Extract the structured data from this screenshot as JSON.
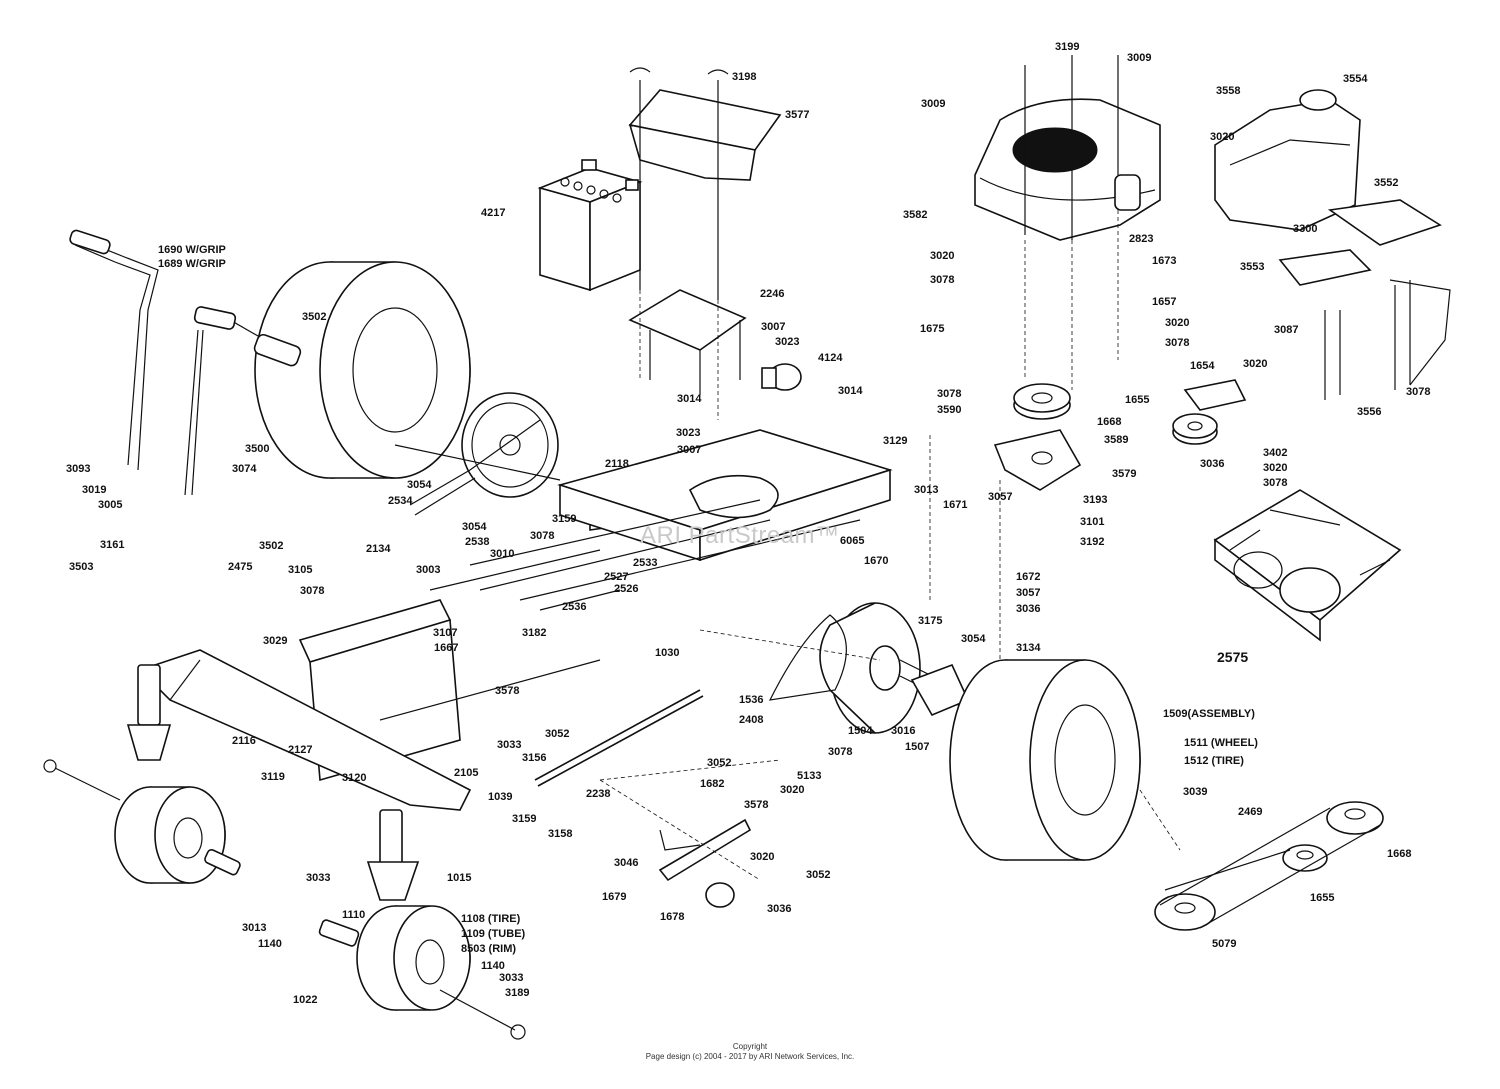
{
  "callouts": [
    {
      "id": "c3198",
      "text": "3198"
    },
    {
      "id": "c3577",
      "text": "3577"
    },
    {
      "id": "c4217",
      "text": "4217"
    },
    {
      "id": "c1690",
      "text": "1690 W/GRIP"
    },
    {
      "id": "c1689",
      "text": "1689 W/GRIP"
    },
    {
      "id": "c3502a",
      "text": "3502"
    },
    {
      "id": "c3500",
      "text": "3500"
    },
    {
      "id": "c3074",
      "text": "3074"
    },
    {
      "id": "c3093",
      "text": "3093"
    },
    {
      "id": "c3019",
      "text": "3019"
    },
    {
      "id": "c3005",
      "text": "3005"
    },
    {
      "id": "c3054a",
      "text": "3054"
    },
    {
      "id": "c3054b",
      "text": "3054"
    },
    {
      "id": "c2534",
      "text": "2534"
    },
    {
      "id": "c2538",
      "text": "2538"
    },
    {
      "id": "c3502b",
      "text": "3502"
    },
    {
      "id": "c2134",
      "text": "2134"
    },
    {
      "id": "c3161",
      "text": "3161"
    },
    {
      "id": "c3503",
      "text": "3503"
    },
    {
      "id": "c2475",
      "text": "2475"
    },
    {
      "id": "c3105",
      "text": "3105"
    },
    {
      "id": "c3003",
      "text": "3003"
    },
    {
      "id": "c3078a",
      "text": "3078"
    },
    {
      "id": "c3029",
      "text": "3029"
    },
    {
      "id": "c3107",
      "text": "3107"
    },
    {
      "id": "c1667",
      "text": "1667"
    },
    {
      "id": "c3578a",
      "text": "3578"
    },
    {
      "id": "c2116",
      "text": "2116"
    },
    {
      "id": "c2127",
      "text": "2127"
    },
    {
      "id": "c3119",
      "text": "3119"
    },
    {
      "id": "c3120",
      "text": "3120"
    },
    {
      "id": "c2105",
      "text": "2105"
    },
    {
      "id": "c3033a",
      "text": "3033"
    },
    {
      "id": "c3156",
      "text": "3156"
    },
    {
      "id": "c1039",
      "text": "1039"
    },
    {
      "id": "c3052a",
      "text": "3052"
    },
    {
      "id": "c2238",
      "text": "2238"
    },
    {
      "id": "c3159a",
      "text": "3159"
    },
    {
      "id": "c3158",
      "text": "3158"
    },
    {
      "id": "c1015",
      "text": "1015"
    },
    {
      "id": "c3033b",
      "text": "3033"
    },
    {
      "id": "c3013a",
      "text": "3013"
    },
    {
      "id": "c1140a",
      "text": "1140"
    },
    {
      "id": "c1110",
      "text": "1110"
    },
    {
      "id": "c1108",
      "text": "1108 (TIRE)"
    },
    {
      "id": "c1109",
      "text": "1109 (TUBE)"
    },
    {
      "id": "c8503",
      "text": "8503 (RIM)"
    },
    {
      "id": "c1140b",
      "text": "1140"
    },
    {
      "id": "c3033c",
      "text": "3033"
    },
    {
      "id": "c3189",
      "text": "3189"
    },
    {
      "id": "c1022",
      "text": "1022"
    },
    {
      "id": "c2246",
      "text": "2246"
    },
    {
      "id": "c3007a",
      "text": "3007"
    },
    {
      "id": "c3023a",
      "text": "3023"
    },
    {
      "id": "c4124",
      "text": "4124"
    },
    {
      "id": "c3014a",
      "text": "3014"
    },
    {
      "id": "c3014b",
      "text": "3014"
    },
    {
      "id": "c3023b",
      "text": "3023"
    },
    {
      "id": "c3007b",
      "text": "3007"
    },
    {
      "id": "c2118",
      "text": "2118"
    },
    {
      "id": "c3129",
      "text": "3129"
    },
    {
      "id": "c3159b",
      "text": "3159"
    },
    {
      "id": "c3078b",
      "text": "3078"
    },
    {
      "id": "c3010",
      "text": "3010"
    },
    {
      "id": "c2533",
      "text": "2533"
    },
    {
      "id": "c2527",
      "text": "2527"
    },
    {
      "id": "c2526",
      "text": "2526"
    },
    {
      "id": "c2536",
      "text": "2536"
    },
    {
      "id": "c3182",
      "text": "3182"
    },
    {
      "id": "c1030",
      "text": "1030"
    },
    {
      "id": "c6065",
      "text": "6065"
    },
    {
      "id": "c3013b",
      "text": "3013"
    },
    {
      "id": "c1671",
      "text": "1671"
    },
    {
      "id": "c3057a",
      "text": "3057"
    },
    {
      "id": "c1670",
      "text": "1670"
    },
    {
      "id": "c1672",
      "text": "1672"
    },
    {
      "id": "c3057b",
      "text": "3057"
    },
    {
      "id": "c3175",
      "text": "3175"
    },
    {
      "id": "c3036a",
      "text": "3036"
    },
    {
      "id": "c3054c",
      "text": "3054"
    },
    {
      "id": "c3134",
      "text": "3134"
    },
    {
      "id": "c1536",
      "text": "1536"
    },
    {
      "id": "c2408",
      "text": "2408"
    },
    {
      "id": "c1504",
      "text": "1504"
    },
    {
      "id": "c3016",
      "text": "3016"
    },
    {
      "id": "c1507",
      "text": "1507"
    },
    {
      "id": "c3078c",
      "text": "3078"
    },
    {
      "id": "c3052b",
      "text": "3052"
    },
    {
      "id": "c1682",
      "text": "1682"
    },
    {
      "id": "c5133",
      "text": "5133"
    },
    {
      "id": "c3020a",
      "text": "3020"
    },
    {
      "id": "c3578b",
      "text": "3578"
    },
    {
      "id": "c3046",
      "text": "3046"
    },
    {
      "id": "c1679",
      "text": "1679"
    },
    {
      "id": "c1678",
      "text": "1678"
    },
    {
      "id": "c3020b",
      "text": "3020"
    },
    {
      "id": "c3052c",
      "text": "3052"
    },
    {
      "id": "c3036b",
      "text": "3036"
    },
    {
      "id": "c3199",
      "text": "3199"
    },
    {
      "id": "c3009a",
      "text": "3009"
    },
    {
      "id": "c3009b",
      "text": "3009"
    },
    {
      "id": "c3582",
      "text": "3582"
    },
    {
      "id": "c3020c",
      "text": "3020"
    },
    {
      "id": "c3078d",
      "text": "3078"
    },
    {
      "id": "c2823",
      "text": "2823"
    },
    {
      "id": "c1673",
      "text": "1673"
    },
    {
      "id": "c1657",
      "text": "1657"
    },
    {
      "id": "c3020d",
      "text": "3020"
    },
    {
      "id": "c3078e",
      "text": "3078"
    },
    {
      "id": "c1675",
      "text": "1675"
    },
    {
      "id": "c3078f",
      "text": "3078"
    },
    {
      "id": "c3590",
      "text": "3590"
    },
    {
      "id": "c1668a",
      "text": "1668"
    },
    {
      "id": "c3589",
      "text": "3589"
    },
    {
      "id": "c3579",
      "text": "3579"
    },
    {
      "id": "c3193",
      "text": "3193"
    },
    {
      "id": "c3101",
      "text": "3101"
    },
    {
      "id": "c3192",
      "text": "3192"
    },
    {
      "id": "c3558",
      "text": "3558"
    },
    {
      "id": "c3554",
      "text": "3554"
    },
    {
      "id": "c3020e",
      "text": "3020"
    },
    {
      "id": "c3552",
      "text": "3552"
    },
    {
      "id": "c3300",
      "text": "3300"
    },
    {
      "id": "c3553",
      "text": "3553"
    },
    {
      "id": "c3087",
      "text": "3087"
    },
    {
      "id": "c1654",
      "text": "1654"
    },
    {
      "id": "c3020f",
      "text": "3020"
    },
    {
      "id": "c1655a",
      "text": "1655"
    },
    {
      "id": "c3402",
      "text": "3402"
    },
    {
      "id": "c3020g",
      "text": "3020"
    },
    {
      "id": "c3078g",
      "text": "3078"
    },
    {
      "id": "c3036c",
      "text": "3036"
    },
    {
      "id": "c3556",
      "text": "3556"
    },
    {
      "id": "c3078h",
      "text": "3078"
    },
    {
      "id": "c2575",
      "text": "2575"
    },
    {
      "id": "c1509",
      "text": "1509(ASSEMBLY)"
    },
    {
      "id": "c1511",
      "text": "1511 (WHEEL)"
    },
    {
      "id": "c1512",
      "text": "1512 (TIRE)"
    },
    {
      "id": "c3039",
      "text": "3039"
    },
    {
      "id": "c2469",
      "text": "2469"
    },
    {
      "id": "c1668b",
      "text": "1668"
    },
    {
      "id": "c1655b",
      "text": "1655"
    },
    {
      "id": "c5079",
      "text": "5079"
    }
  ],
  "watermark": "ARI PartStream™",
  "copyright": {
    "line1": "Copyright",
    "line2": "Page design (c) 2004 - 2017 by ARI Network Services, Inc."
  }
}
